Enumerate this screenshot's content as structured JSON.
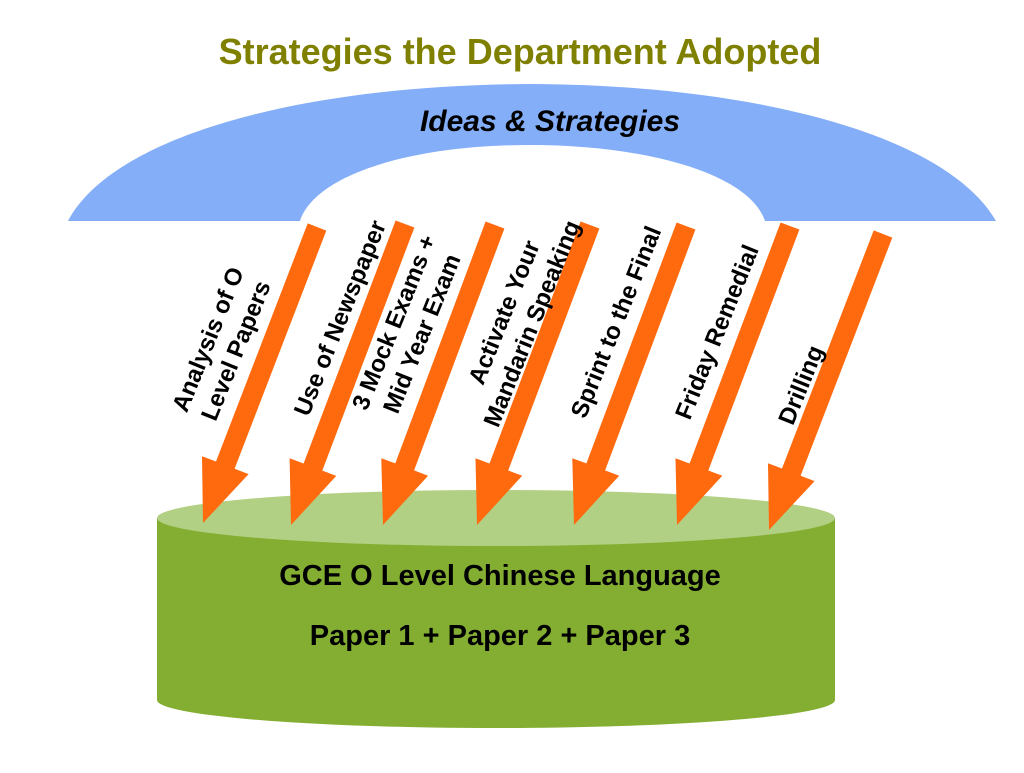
{
  "title": "Strategies the Department Adopted",
  "umbrella": {
    "label": "Ideas & Strategies"
  },
  "strategies": [
    {
      "lines": [
        "Analysis of O",
        "Level Papers"
      ]
    },
    {
      "lines": [
        "Use of Newspaper"
      ]
    },
    {
      "lines": [
        "3 Mock Exams +",
        "Mid Year Exam"
      ]
    },
    {
      "lines": [
        "Activate Your",
        "Mandarin Speaking"
      ]
    },
    {
      "lines": [
        "Sprint to the Final"
      ]
    },
    {
      "lines": [
        "Friday Remedial"
      ]
    },
    {
      "lines": [
        "Drilling"
      ]
    }
  ],
  "base": {
    "line1": "GCE O Level Chinese Language",
    "line2": "Paper 1 + Paper 2 + Paper 3"
  },
  "colors": {
    "title": "#7f8000",
    "umbrella": "#84aef8",
    "arrow": "#ff6a0e",
    "base_body": "#84ae32",
    "base_top": "#b2d083"
  }
}
